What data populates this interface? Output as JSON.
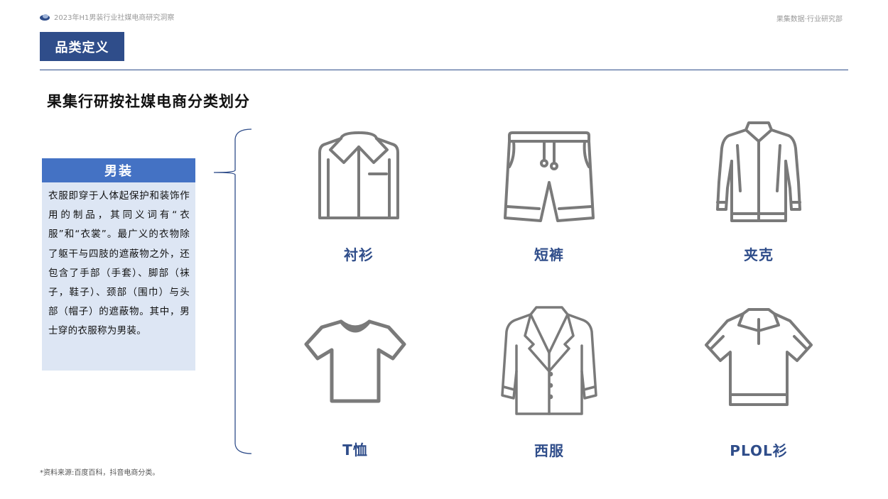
{
  "header": {
    "report_title": "2023年H1男装行业社媒电商研究洞察",
    "brand": "果集数据·行业研究部"
  },
  "section_label": "品类定义",
  "page_title": "果集行研按社媒电商分类划分",
  "definition": {
    "title": "男装",
    "body": "衣服即穿于人体起保护和装饰作用的制品，其同义词有“衣服”和“衣裳”。最广义的衣物除了躯干与四肢的遮蔽物之外，还包含了手部（手套）、脚部（袜子，鞋子）、颈部（围巾）与头部（帽子）的遮蔽物。其中，男士穿的衣服称为男装。"
  },
  "categories": [
    {
      "label": "衬衫",
      "icon": "shirt-icon"
    },
    {
      "label": "短裤",
      "icon": "shorts-icon"
    },
    {
      "label": "夹克",
      "icon": "jacket-icon"
    },
    {
      "label": "T恤",
      "icon": "tshirt-icon"
    },
    {
      "label": "西服",
      "icon": "suit-icon"
    },
    {
      "label": "PLOL衫",
      "icon": "polo-icon"
    }
  ],
  "source_note": "*资料来源:百度百科，抖音电商分类。",
  "colors": {
    "primary": "#2f4d8a",
    "accent": "#4472c4",
    "card_bg": "#dde6f4",
    "icon": "#7a7a7a"
  }
}
